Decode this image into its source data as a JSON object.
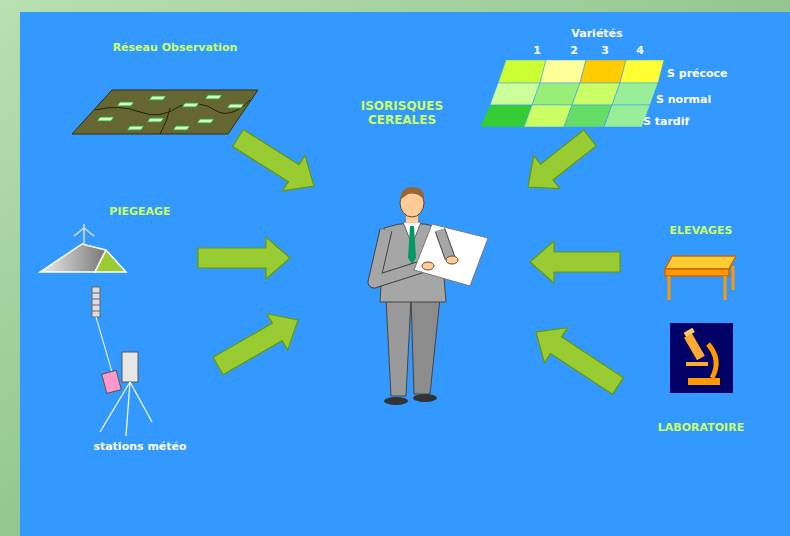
{
  "diagram": {
    "labels": [
      "Réseau Observation",
      "Variétés",
      "1",
      "2",
      "3",
      "4",
      "ISORISQUES CEREALES",
      "S précoce",
      "S normal",
      "S tardif",
      "PIEGEAGE",
      "ELEVAGES",
      "stations météo",
      "LABORATOIRE"
    ]
  }
}
